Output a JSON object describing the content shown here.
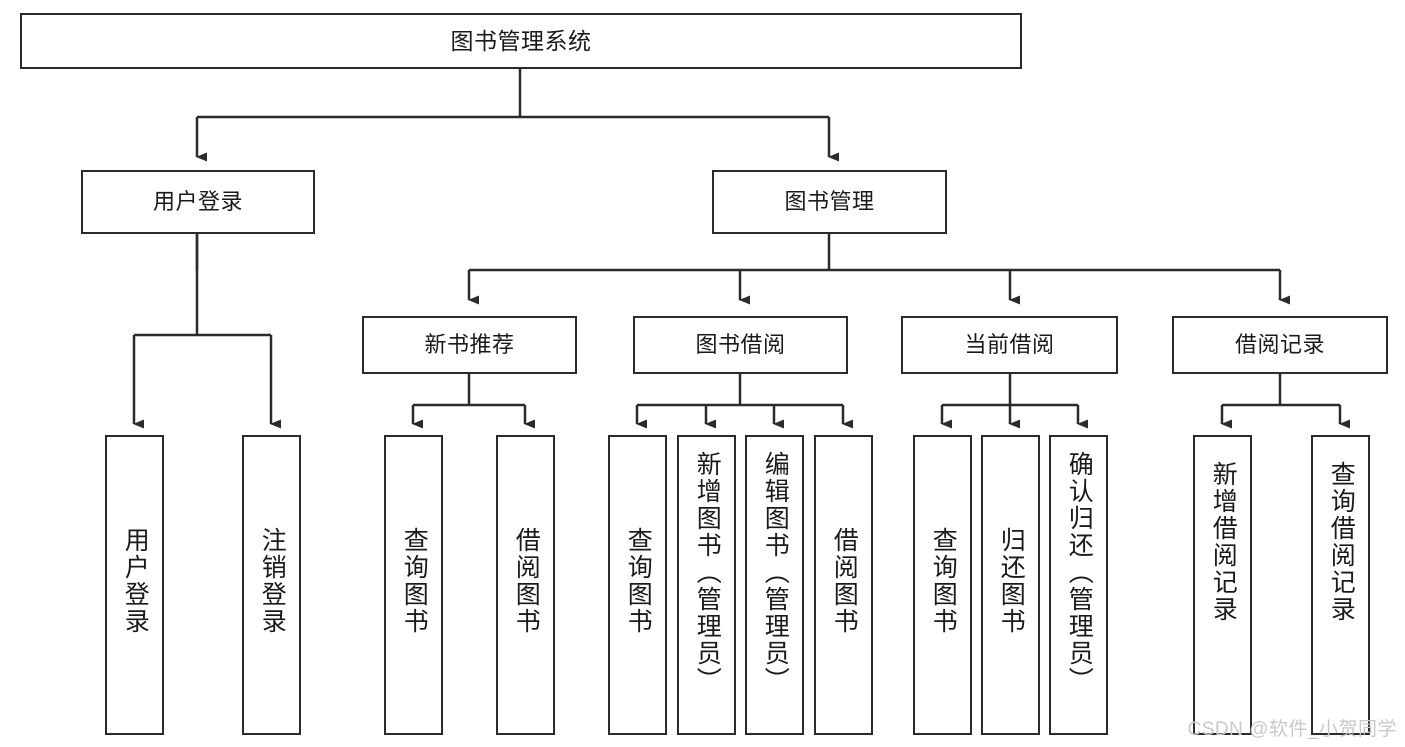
{
  "diagram": {
    "title": "图书管理系统",
    "type": "tree-hierarchy-chart",
    "root": {
      "id": "root",
      "label": "图书管理系统"
    },
    "level2": [
      {
        "id": "user-login",
        "label": "用户登录"
      },
      {
        "id": "book-manage",
        "label": "图书管理"
      }
    ],
    "level3": [
      {
        "id": "new-book-rec",
        "label": "新书推荐"
      },
      {
        "id": "book-borrow",
        "label": "图书借阅"
      },
      {
        "id": "current-borrow",
        "label": "当前借阅"
      },
      {
        "id": "borrow-record",
        "label": "借阅记录"
      }
    ],
    "leaves": {
      "user_login": [
        {
          "id": "leaf-user-login",
          "label": "用户登录"
        },
        {
          "id": "leaf-logout",
          "label": "注销登录"
        }
      ],
      "new_book_rec": [
        {
          "id": "leaf-query-book-1",
          "label": "查询图书"
        },
        {
          "id": "leaf-borrow-book-1",
          "label": "借阅图书"
        }
      ],
      "book_borrow": [
        {
          "id": "leaf-query-book-2",
          "label": "查询图书"
        },
        {
          "id": "leaf-add-book",
          "label": "新增图书（管理员）"
        },
        {
          "id": "leaf-edit-book",
          "label": "编辑图书（管理员）"
        },
        {
          "id": "leaf-borrow-book-2",
          "label": "借阅图书"
        }
      ],
      "current_borrow": [
        {
          "id": "leaf-query-book-3",
          "label": "查询图书"
        },
        {
          "id": "leaf-return-book",
          "label": "归还图书"
        },
        {
          "id": "leaf-confirm-return",
          "label": "确认归还（管理员）"
        }
      ],
      "borrow_record": [
        {
          "id": "leaf-add-record",
          "label": "新增借阅记录"
        },
        {
          "id": "leaf-query-record",
          "label": "查询借阅记录"
        }
      ]
    }
  },
  "watermark": {
    "text": "CSDN @软件_小贺同学"
  },
  "colors": {
    "stroke": "#2b2b2b",
    "fill": "#ffffff",
    "text": "#1a1a1a",
    "watermark": "#c9c9c9"
  }
}
